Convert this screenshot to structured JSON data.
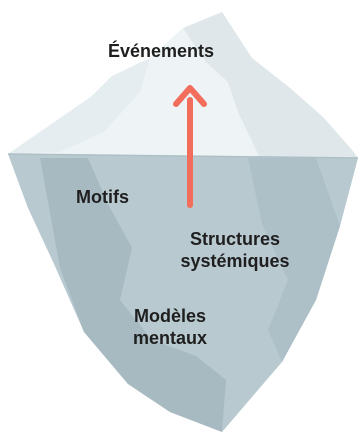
{
  "levels": {
    "events": "Événements",
    "patterns": "Motifs",
    "structures_line1": "Structures",
    "structures_line2": "systémiques",
    "models_line1": "Modèles",
    "models_line2": "mentaux"
  },
  "colors": {
    "above_water_light": "#eef3f5",
    "above_water_shade": "#dfe7ea",
    "water_line": "#aebfc6",
    "below_water": "#b8c9d0",
    "below_water_shade": "#a7bac2",
    "arrow": "#f26d5b",
    "text": "#1f1f1f"
  },
  "icons": {
    "arrow": "arrow-up-icon"
  }
}
